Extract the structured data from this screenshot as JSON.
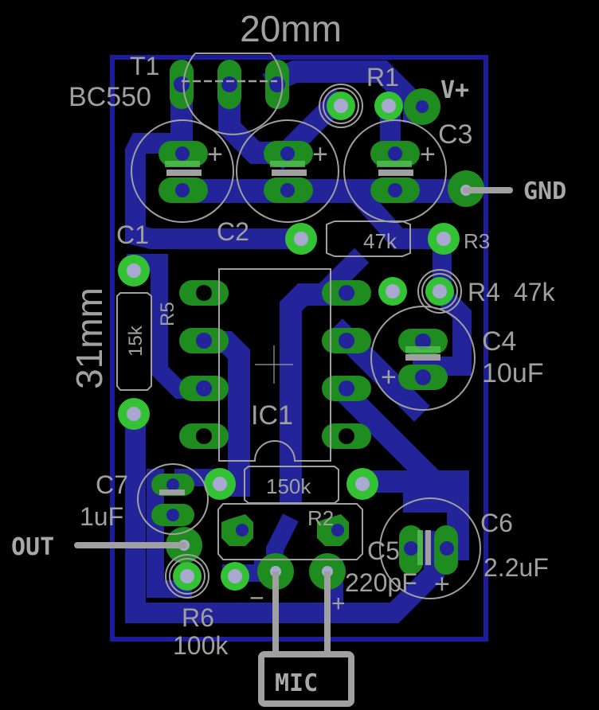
{
  "colors": {
    "background": "#000000",
    "board_outline": "#1c1c9c",
    "trace": "#23239a",
    "pad_dark": "#1e8c1e",
    "pad_light": "#33c233",
    "silkscreen": "#a0a0a0",
    "drill": "#a8a8d0"
  },
  "dimensions": {
    "width_label": "20mm",
    "height_label": "31mm"
  },
  "components": {
    "T1": {
      "ref": "T1",
      "value": "BC550"
    },
    "R1": {
      "ref": "R1"
    },
    "R2": {
      "ref": "R2",
      "value": "150k"
    },
    "R3": {
      "ref": "R3",
      "value": "47k"
    },
    "R4": {
      "ref": "R4",
      "value": "47k"
    },
    "R5": {
      "ref": "R5",
      "value": "15k"
    },
    "R6": {
      "ref": "R6",
      "value": "100k"
    },
    "C1": {
      "ref": "C1"
    },
    "C2": {
      "ref": "C2"
    },
    "C3": {
      "ref": "C3"
    },
    "C4": {
      "ref": "C4",
      "value": "10uF"
    },
    "C5": {
      "ref": "C5",
      "value": "220pF"
    },
    "C6": {
      "ref": "C6",
      "value": "2.2uF"
    },
    "C7": {
      "ref": "C7",
      "value": "1uF"
    },
    "IC1": {
      "ref": "IC1"
    }
  },
  "connectors": {
    "vplus": "V+",
    "gnd": "GND",
    "out": "OUT",
    "mic": "MIC",
    "mic_minus": "−",
    "mic_plus": "+"
  },
  "polarity_mark": "+"
}
